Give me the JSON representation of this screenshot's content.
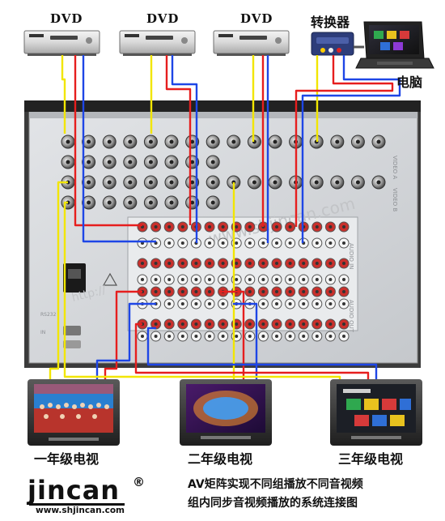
{
  "sources": {
    "dvd_labels": [
      "DVD",
      "DVD",
      "DVD"
    ],
    "converter_label": "转换器",
    "computer_label": "电脑"
  },
  "destinations": {
    "tv_labels": [
      "一年级电视",
      "二年级电视",
      "三年级电视"
    ]
  },
  "caption": {
    "line1": "AV矩阵实现不同组播放不同音视频",
    "line2": "组内同步音视频播放的系统连接图"
  },
  "brand": {
    "logo_text": "jincan",
    "registered_mark": "®",
    "website": "www.shjincan.com"
  },
  "colors": {
    "video_cable": "#f2e600",
    "audio_left_cable": "#1e46e6",
    "audio_right_cable": "#e61e1e",
    "chassis": "#d3d5d8",
    "chassis_frame": "#2a2a2a"
  }
}
